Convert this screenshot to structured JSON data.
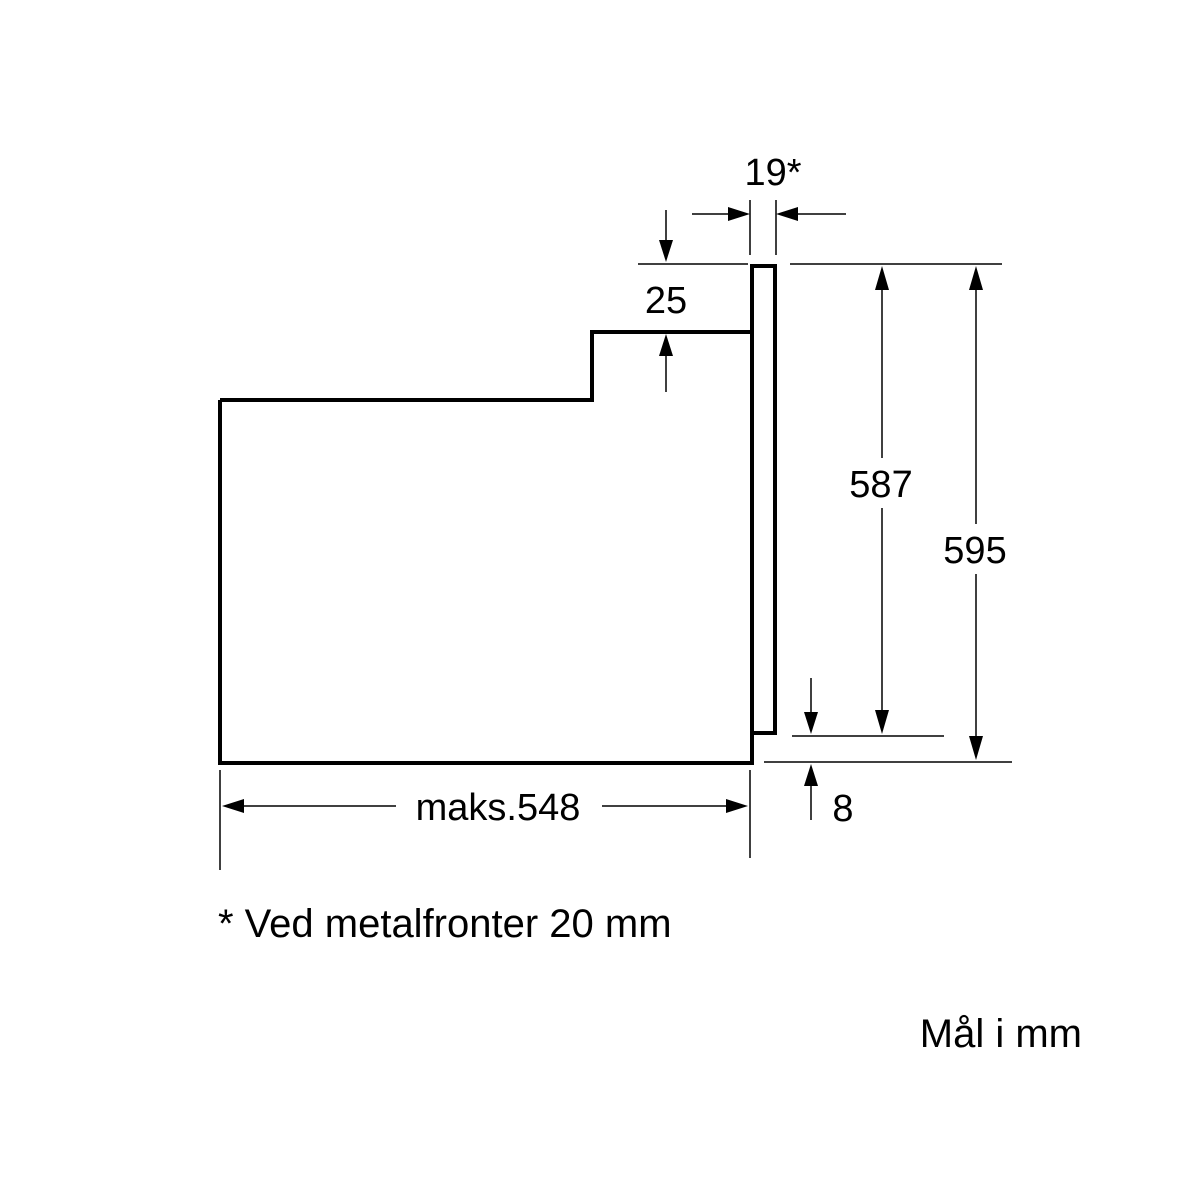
{
  "dimensions": {
    "door_width": "19*",
    "top_offset": "25",
    "inner_height": "587",
    "total_height": "595",
    "bottom_gap": "8",
    "max_depth": "maks.548"
  },
  "notes": {
    "metal_front": "* Ved metalfronter 20 mm",
    "units": "Mål i mm"
  },
  "colors": {
    "line": "#000000",
    "background": "#ffffff"
  }
}
